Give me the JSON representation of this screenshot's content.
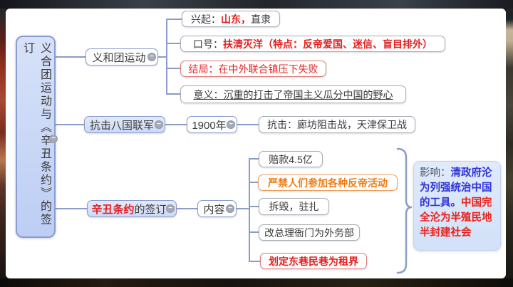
{
  "icons": {
    "collapse_glyph": "−"
  },
  "colors": {
    "accent_red": "#e31f1f",
    "accent_orange": "#ee7d16",
    "accent_blue": "#2f32d8",
    "node_border": "#8a9ccd",
    "node_fill": "#ccd9f5",
    "connector": "#8b9cc9"
  },
  "root": {
    "label": "义合团运动与《辛丑条约》的签订"
  },
  "boxer": {
    "label": "义和团运动",
    "rise": {
      "prefix": "兴起：",
      "em": "山东，",
      "rest": "直隶"
    },
    "slogan": {
      "prefix": "口号：",
      "em": "扶清灭洋（特点：反帝爱国、迷信、盲目排外）"
    },
    "outcome": {
      "text": "结局：在中外联合镇压下失败"
    },
    "meaning": {
      "text": "意义：沉重的打击了帝国主义瓜分中国的野心"
    }
  },
  "resist": {
    "label": "抗击八国联军",
    "year": "1900年",
    "battles": "抗击：廊坊阻击战，天津保卫战"
  },
  "treaty": {
    "label_em": "辛丑条约",
    "label_rest": "的签订",
    "content_label": "内容",
    "items": [
      {
        "text": "赔款4.5亿"
      },
      {
        "text": "严禁人们参加各种反帝活动"
      },
      {
        "text": "拆毁，驻扎"
      },
      {
        "text": "改总理衙门为外务部"
      },
      {
        "text": "划定东巷民巷为租界"
      }
    ],
    "impact": {
      "label": "影响：",
      "blue": "清政府沦为列强统治中国的工具。",
      "red": "中国完全沦为半殖民地半封建社会"
    }
  }
}
